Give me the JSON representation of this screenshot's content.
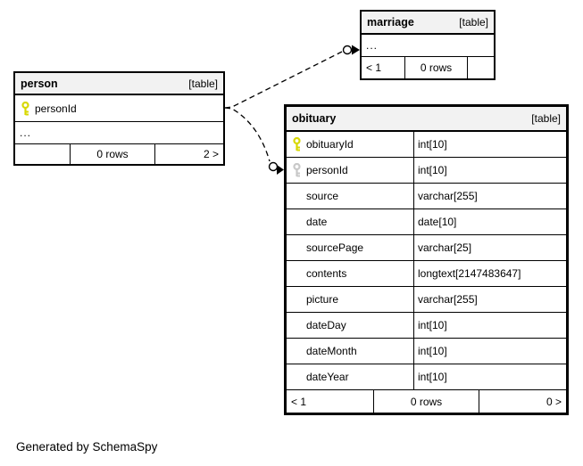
{
  "diagram": {
    "footer_note": "Generated by SchemaSpy"
  },
  "colors": {
    "header_bg": "#f2f2f2",
    "border": "#000000",
    "primary_key_icon": "#d8d800",
    "foreign_key_icon": "#c8c8c8",
    "background": "#ffffff"
  },
  "tables": {
    "marriage": {
      "name": "marriage",
      "tag": "[table]",
      "ellipsis": "...",
      "footer": {
        "left": "< 1",
        "center": "0 rows",
        "right": ""
      }
    },
    "person": {
      "name": "person",
      "tag": "[table]",
      "columns": [
        {
          "name": "personId",
          "key": "primary"
        }
      ],
      "ellipsis": "...",
      "footer": {
        "left": "",
        "center": "0 rows",
        "right": "2 >"
      }
    },
    "obituary": {
      "name": "obituary",
      "tag": "[table]",
      "columns": [
        {
          "name": "obituaryId",
          "type": "int[10]",
          "key": "primary"
        },
        {
          "name": "personId",
          "type": "int[10]",
          "key": "foreign"
        },
        {
          "name": "source",
          "type": "varchar[255]"
        },
        {
          "name": "date",
          "type": "date[10]"
        },
        {
          "name": "sourcePage",
          "type": "varchar[25]"
        },
        {
          "name": "contents",
          "type": "longtext[2147483647]"
        },
        {
          "name": "picture",
          "type": "varchar[255]"
        },
        {
          "name": "dateDay",
          "type": "int[10]"
        },
        {
          "name": "dateMonth",
          "type": "int[10]"
        },
        {
          "name": "dateYear",
          "type": "int[10]"
        }
      ],
      "footer": {
        "left": "< 1",
        "center": "0 rows",
        "right": "0 >"
      }
    }
  },
  "relationships": [
    {
      "from": "person.personId",
      "to": "marriage"
    },
    {
      "from": "person.personId",
      "to": "obituary.personId"
    }
  ]
}
